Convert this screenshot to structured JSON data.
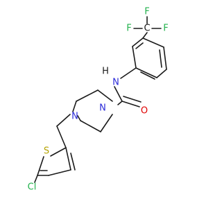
{
  "atoms": {
    "chlorine": "Cl",
    "sulfur": "S",
    "piperazine_n1": "N",
    "piperazine_n4": "N",
    "amide_n": "N",
    "amide_h": "H",
    "oxygen": "O",
    "carbon_cf3": "C",
    "fluorine_top": "F",
    "fluorine_left": "F",
    "fluorine_right": "F"
  },
  "colors": {
    "bond": "#1a1a1a",
    "chlorine": "#22b14c",
    "sulfur": "#b5a300",
    "nitrogen": "#2b2bd9",
    "oxygen": "#e00000",
    "fluorine": "#22b14c",
    "carbon": "#1a1a1a",
    "hydrogen": "#1a1a1a"
  }
}
